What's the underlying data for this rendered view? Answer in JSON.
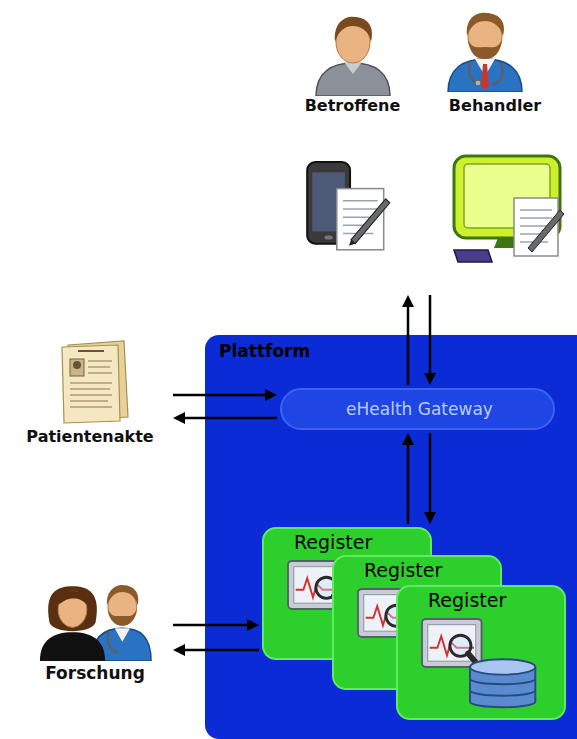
{
  "diagram": {
    "nodes": [
      {
        "text": [
          "Betroffene"
        ]
      },
      {
        "text": [
          "Behandler"
        ]
      },
      {
        "text": [
          "Patientenakte"
        ]
      },
      {
        "text": [
          "Plattform"
        ]
      },
      {
        "text": [
          "eHealth Gateway"
        ],
        "in": 3
      },
      {
        "text": [
          "Register"
        ],
        "in": 3
      },
      {
        "text": [
          "Register"
        ],
        "in": 3
      },
      {
        "text": [
          "Register"
        ],
        "in": 3
      },
      {
        "text": [
          "Forschung"
        ]
      }
    ],
    "edges": [
      {
        "from": 4,
        "to": 0,
        "arrow": "to"
      },
      {
        "from": 1,
        "to": 4,
        "arrow": "to"
      },
      {
        "from": 2,
        "to": 4,
        "arrow": "to"
      },
      {
        "from": 4,
        "to": 2,
        "arrow": "to"
      },
      {
        "from": 5,
        "to": 4,
        "arrow": "to"
      },
      {
        "from": 4,
        "to": 5,
        "arrow": "to"
      },
      {
        "from": 8,
        "to": 5,
        "arrow": "to"
      },
      {
        "from": 5,
        "to": 8,
        "arrow": "to"
      }
    ]
  }
}
